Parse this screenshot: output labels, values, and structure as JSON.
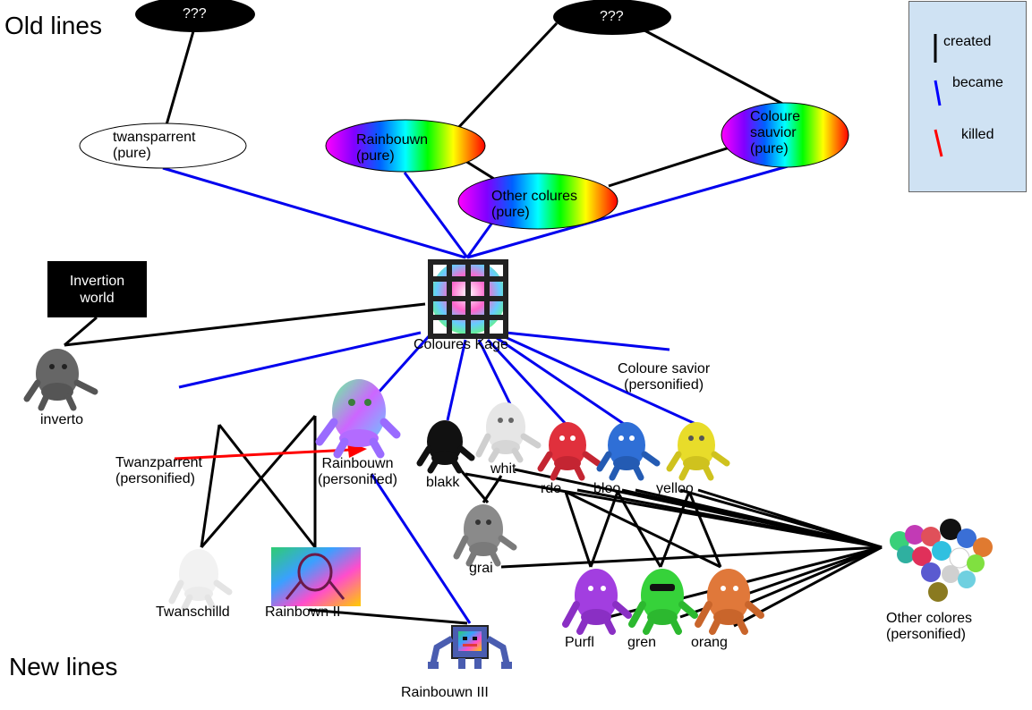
{
  "titles": {
    "old": "Old lines",
    "new": "New lines"
  },
  "legend": {
    "created": "created",
    "became": "became",
    "killed": "killed"
  },
  "legend_colors": {
    "created": "#000000",
    "became": "#0000ff",
    "killed": "#ff0000"
  },
  "top_nodes": {
    "left": "???",
    "right": "???"
  },
  "pure": {
    "twansparrent": [
      "twansparrent",
      "(pure)"
    ],
    "rainbouwn": [
      "Rainbouwn",
      "(pure)"
    ],
    "coloure_sauvior": [
      "Coloure",
      "sauvior",
      "(pure)"
    ],
    "other_colures": [
      "Other colures",
      "(pure)"
    ]
  },
  "invertion_world": [
    "Invertion",
    "world"
  ],
  "kage": "Coloures Kage",
  "inverto": "inverto",
  "savior_personified": [
    "Coloure savior",
    "(personified)"
  ],
  "twanzparrent": [
    "Twanzparrent",
    "(personified)"
  ],
  "rainbouwn_personified": [
    "Rainbouwn",
    "(personified)"
  ],
  "colors": {
    "blakk": "blakk",
    "whit": "whit",
    "rde": "rde",
    "bloo": "bloo",
    "yelloo": "yelloo",
    "grai": "grai"
  },
  "secondary": {
    "purfl": "Purfl",
    "gren": "gren",
    "orang": "orang"
  },
  "other_colores": [
    "Other colores",
    "(personified)"
  ],
  "twanschilld": "Twanschilld",
  "rainbown_ii": "Rainbown II",
  "rainbouwn_iii": "Rainbouwn III"
}
